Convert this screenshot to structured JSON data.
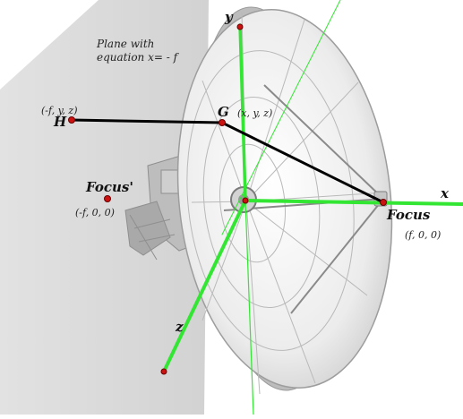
{
  "plane": {
    "label_line1": "Plane with",
    "label_line2": "equation x= - f"
  },
  "points": {
    "H": {
      "name": "H",
      "coords": "(-f, y, z)"
    },
    "G": {
      "name": "G",
      "coords": "(x, y, z)"
    },
    "focus": {
      "name": "Focus",
      "coords": "(f, 0, 0)"
    },
    "focus_prime": {
      "name": "Focus'",
      "coords": "(-f, 0, 0)"
    }
  },
  "axes": {
    "x": "x",
    "y": "y",
    "z": "z"
  },
  "colors": {
    "plane": "#d9d9d9",
    "axis": "#33e633",
    "segment": "#000000",
    "point": "#cc1111",
    "dish": "#f2f2f2"
  }
}
